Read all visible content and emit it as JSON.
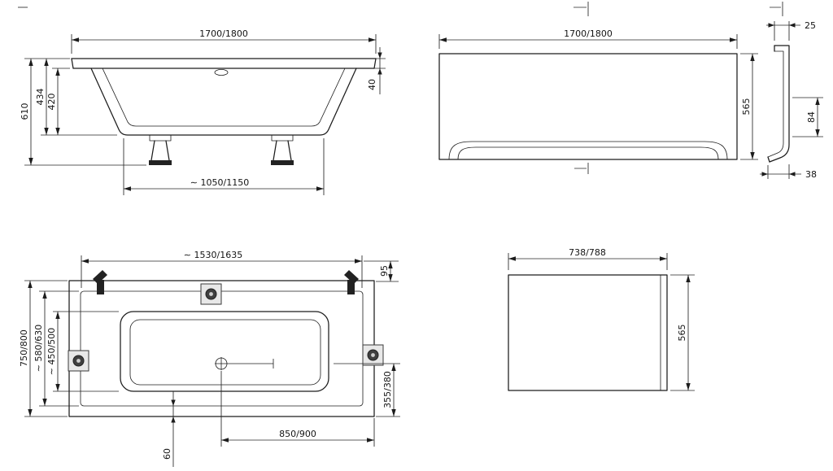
{
  "page": {
    "background": "#ffffff",
    "line_color": "#1c1c1c"
  },
  "views": {
    "front_elevation": {
      "dims": {
        "overall_width": "1700/1800",
        "overall_height": "610",
        "shell_height": "434",
        "inner_height": "420",
        "rim_height": "40",
        "base_width": "∼ 1050/1150"
      }
    },
    "front_panel": {
      "dims": {
        "width": "1700/1800",
        "height": "565"
      }
    },
    "panel_profile": {
      "dims": {
        "thickness": "25",
        "return_height": "84",
        "return_depth": "38"
      }
    },
    "plan": {
      "dims": {
        "inner_length": "∼ 1530/1635",
        "top_offset": "95",
        "overall_width": "750/800",
        "inner_width": "∼ 580/630",
        "basin_width": "∼ 450/500",
        "drain_to_end": "850/900",
        "drain_to_side": "355/380",
        "base_offset": "60"
      }
    },
    "side_panel": {
      "dims": {
        "width": "738/788",
        "height": "565"
      }
    }
  }
}
